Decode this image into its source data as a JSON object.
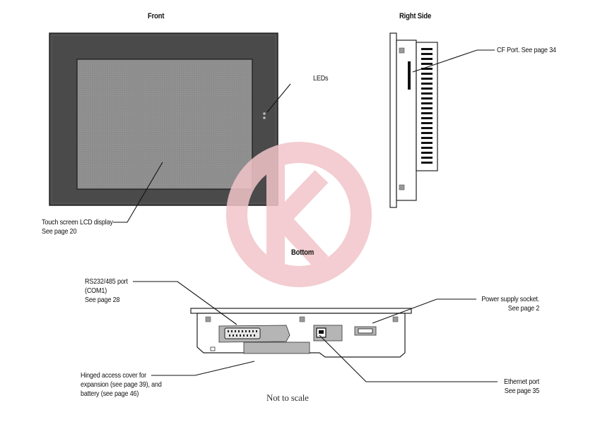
{
  "views": {
    "front": "Front",
    "right_side": "Right Side",
    "bottom": "Bottom"
  },
  "callouts": {
    "leds": "LEDs",
    "touch_screen": [
      "Touch screen LCD display",
      "See page 20"
    ],
    "cf_port": "CF Port. See page 34",
    "rs232": [
      "RS232/485 port",
      "(COM1)",
      "See page 28"
    ],
    "power": [
      "Power supply socket.",
      "See page 2"
    ],
    "hinged_cover": [
      "Hinged access cover for",
      "expansion (see page 39), and",
      "battery (see page 46)"
    ],
    "ethernet": [
      "Ethernet port",
      "See page 35"
    ]
  },
  "note": "Not to scale",
  "colors": {
    "bezel": "#4a4a4a",
    "screen": "#8c8c8c",
    "outline": "#222222",
    "panel_gray": "#b5b5b5",
    "watermark": "#e8a0a8"
  }
}
